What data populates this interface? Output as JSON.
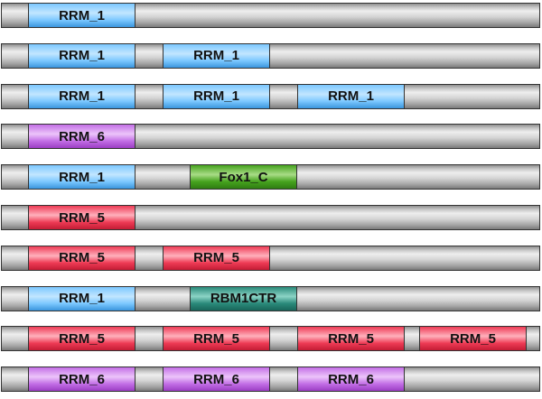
{
  "domain_styles": {
    "RRM_1": {
      "top": "#7cc8ff",
      "mid": "#c2e6ff",
      "bottom": "#3a95dd"
    },
    "RRM_5": {
      "top": "#ee3b55",
      "mid": "#ffb0bc",
      "bottom": "#c41c35"
    },
    "RRM_6": {
      "top": "#c36fe6",
      "mid": "#ecc4fa",
      "bottom": "#9b3dc4"
    },
    "Fox1_C": {
      "top": "#46a31e",
      "mid": "#a8dc86",
      "bottom": "#2f7d12"
    },
    "RBM1CTR": {
      "top": "#2a8a7a",
      "mid": "#8cd4c6",
      "bottom": "#19655a"
    }
  },
  "architectures": [
    {
      "domains": [
        {
          "name": "RRM_1",
          "start": 0.05,
          "end": 0.25
        }
      ]
    },
    {
      "domains": [
        {
          "name": "RRM_1",
          "start": 0.05,
          "end": 0.25
        },
        {
          "name": "RRM_1",
          "start": 0.3,
          "end": 0.5
        }
      ]
    },
    {
      "domains": [
        {
          "name": "RRM_1",
          "start": 0.05,
          "end": 0.25
        },
        {
          "name": "RRM_1",
          "start": 0.3,
          "end": 0.5
        },
        {
          "name": "RRM_1",
          "start": 0.55,
          "end": 0.75
        }
      ]
    },
    {
      "domains": [
        {
          "name": "RRM_6",
          "start": 0.05,
          "end": 0.25
        }
      ]
    },
    {
      "domains": [
        {
          "name": "RRM_1",
          "start": 0.05,
          "end": 0.25
        },
        {
          "name": "Fox1_C",
          "start": 0.35,
          "end": 0.55
        }
      ]
    },
    {
      "domains": [
        {
          "name": "RRM_5",
          "start": 0.05,
          "end": 0.25
        }
      ]
    },
    {
      "domains": [
        {
          "name": "RRM_5",
          "start": 0.05,
          "end": 0.25
        },
        {
          "name": "RRM_5",
          "start": 0.3,
          "end": 0.5
        }
      ]
    },
    {
      "domains": [
        {
          "name": "RRM_1",
          "start": 0.05,
          "end": 0.25
        },
        {
          "name": "RBM1CTR",
          "start": 0.35,
          "end": 0.55
        }
      ]
    },
    {
      "domains": [
        {
          "name": "RRM_5",
          "start": 0.05,
          "end": 0.25
        },
        {
          "name": "RRM_5",
          "start": 0.3,
          "end": 0.5
        },
        {
          "name": "RRM_5",
          "start": 0.55,
          "end": 0.75
        },
        {
          "name": "RRM_5",
          "start": 0.775,
          "end": 0.975
        }
      ]
    },
    {
      "domains": [
        {
          "name": "RRM_6",
          "start": 0.05,
          "end": 0.25
        },
        {
          "name": "RRM_6",
          "start": 0.3,
          "end": 0.5
        },
        {
          "name": "RRM_6",
          "start": 0.55,
          "end": 0.75
        }
      ]
    }
  ]
}
